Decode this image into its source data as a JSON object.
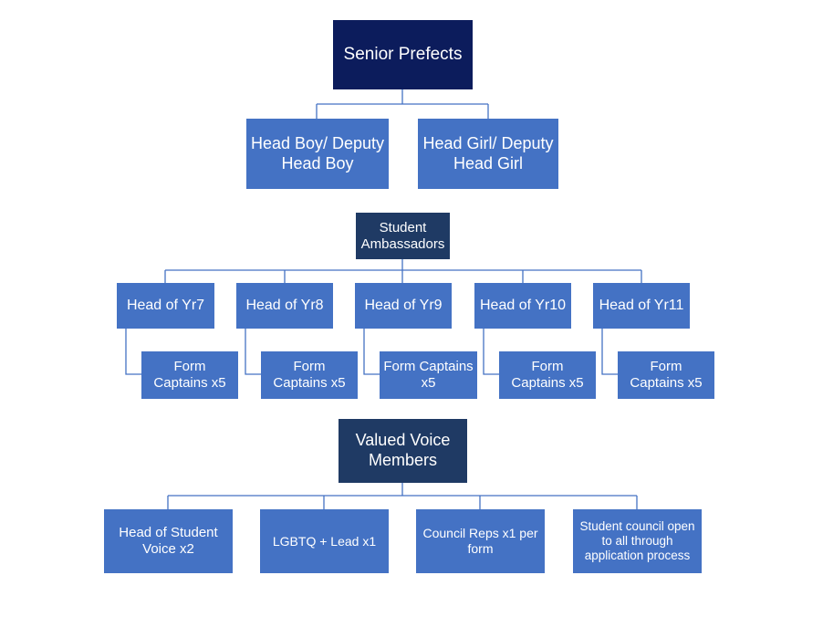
{
  "colors": {
    "top": "#0c1c5c",
    "section": "#1f3a64",
    "box": "#4472c4",
    "connector": "#4472c4"
  },
  "nodes": {
    "senior_prefects": "Senior Prefects",
    "head_boy": "Head Boy/ Deputy Head Boy",
    "head_girl": "Head Girl/ Deputy Head Girl",
    "student_ambassadors": "Student Ambassadors",
    "years": [
      {
        "head": "Head of Yr7",
        "captains": "Form Captains x5"
      },
      {
        "head": "Head of Yr8",
        "captains": "Form Captains x5"
      },
      {
        "head": "Head of Yr9",
        "captains": "Form Captains x5"
      },
      {
        "head": "Head of Yr10",
        "captains": "Form Captains x5"
      },
      {
        "head": "Head of Yr11",
        "captains": "Form Captains x5"
      }
    ],
    "valued_voice": "Valued Voice Members",
    "voice_roles": [
      "Head of Student Voice x2",
      "LGBTQ + Lead x1",
      "Council Reps x1 per form",
      "Student council open to all through application process"
    ]
  }
}
